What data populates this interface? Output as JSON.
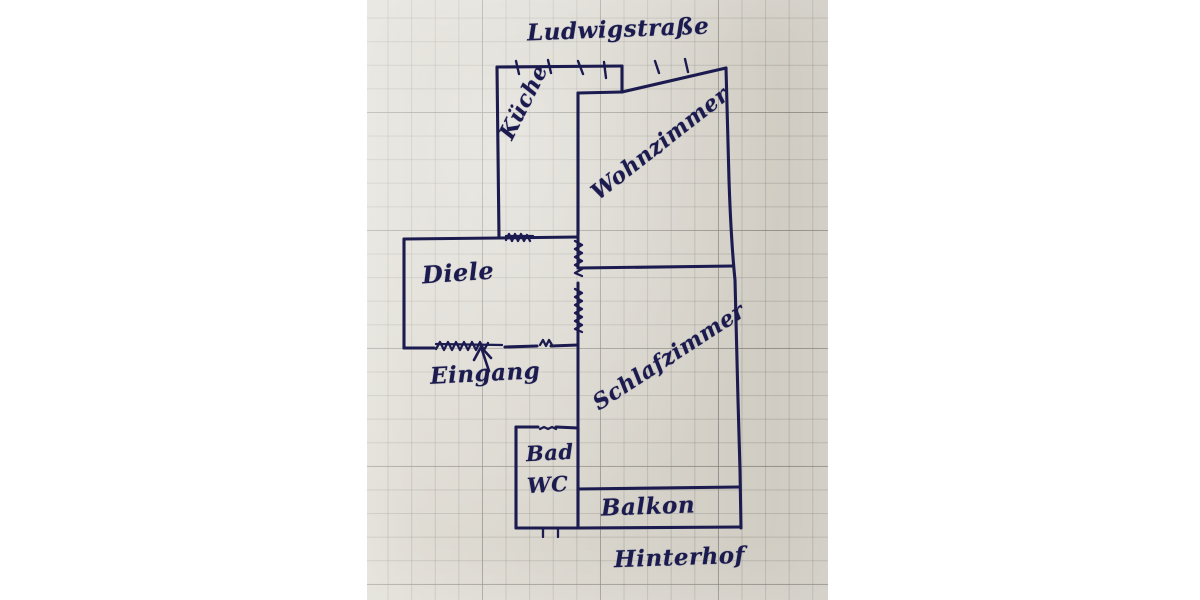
{
  "document": {
    "type": "hand-drawn floor plan",
    "medium": "blue ballpoint pen on graph paper"
  },
  "labels": {
    "street": "Ludwigstraße",
    "kitchen": "Küche",
    "living_room": "Wohnzimmer",
    "hallway": "Diele",
    "entrance": "Eingang",
    "bedroom": "Schlafzimmer",
    "bath": "Bad",
    "wc": "WC",
    "balcony": "Balkon",
    "backyard": "Hinterhof"
  },
  "colors": {
    "ink": "#1b1b4f",
    "paper": "#d9d5cb",
    "grid": "#787670",
    "letterbox": "#ffffff"
  },
  "rooms": [
    {
      "name": "Küche",
      "position": "top-left"
    },
    {
      "name": "Wohnzimmer",
      "position": "top-right"
    },
    {
      "name": "Diele",
      "position": "middle-left"
    },
    {
      "name": "Schlafzimmer",
      "position": "middle-right"
    },
    {
      "name": "Bad WC",
      "position": "bottom-left"
    },
    {
      "name": "Balkon",
      "position": "bottom-right"
    }
  ],
  "annotations": {
    "top_wall_windows": 6,
    "doors": [
      "Küche-Diele",
      "Diele-Wohnzimmer",
      "Diele-Schlafzimmer",
      "Eingang",
      "Bad"
    ],
    "entrance_arrow": "points up into Diele"
  }
}
